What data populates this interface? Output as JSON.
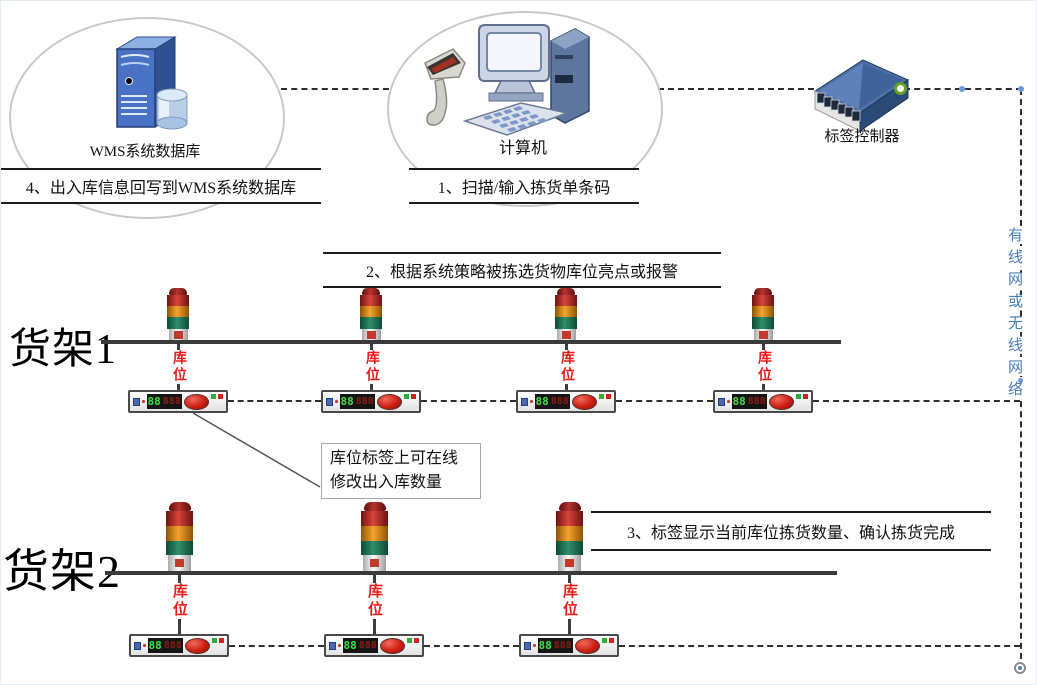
{
  "nodes": {
    "wms_db": {
      "label": "WMS系统数据库"
    },
    "computer": {
      "label": "计算机"
    },
    "controller": {
      "label": "标签控制器"
    }
  },
  "steps": {
    "step1": {
      "text": "1、扫描/输入拣货单条码"
    },
    "step2": {
      "text": "2、根据系统策略被拣选货物库位亮点或报警"
    },
    "step3": {
      "text": "3、标签显示当前库位拣货数量、确认拣货完成"
    },
    "step4": {
      "text": "4、出入库信息回写到WMS系统数据库"
    }
  },
  "callout": {
    "line1": "库位标签上可在线",
    "line2": "修改出入库数量"
  },
  "network": {
    "text": "有线网或无线网络",
    "chars": [
      "有",
      "线",
      "网",
      "或",
      "无",
      "线",
      "网",
      "络"
    ],
    "color": "#4a7ebb"
  },
  "shelf1": {
    "name": "货架1",
    "slot_count": 4
  },
  "shelf2": {
    "name": "货架2",
    "slot_count": 3
  },
  "slot": {
    "label": "库位"
  },
  "display": {
    "green_digits": "88",
    "red_digits": "888"
  },
  "colors": {
    "tower_red": "#d8453c",
    "tower_orange": "#f3a42e",
    "tower_green": "#2f8f6b",
    "slot_red": "#e81c1c",
    "network_blue": "#4a7ebb",
    "shelf_line": "#3a3a3a",
    "controller_blue": "#3d5e94"
  }
}
